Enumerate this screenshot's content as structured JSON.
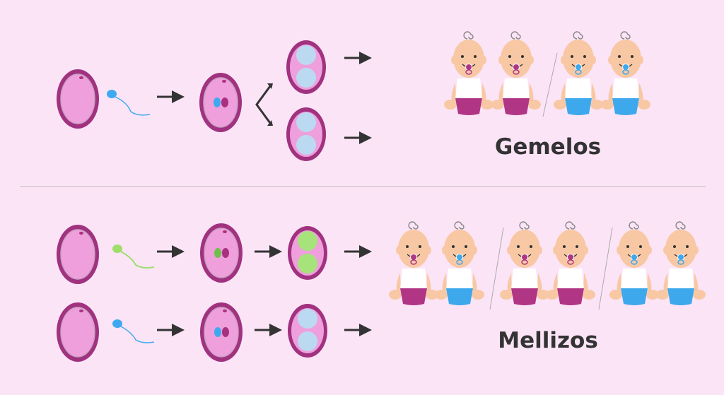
{
  "colors": {
    "background": "#fce4f7",
    "egg_ring": "#a0327f",
    "egg_fill": "#ef9fdc",
    "nucleus": "#a8307e",
    "sperm_blue": "#3fa9f0",
    "sperm_green": "#9ede6c",
    "cell_blue": "#bcd9f2",
    "cell_green": "#a6e37a",
    "diaper_pink": "#b03585",
    "diaper_blue": "#3ea8ec",
    "skin": "#f8c8a4"
  },
  "sections": {
    "identical": {
      "label": "Gemelos",
      "babies": [
        "pink",
        "pink",
        "blue",
        "blue"
      ]
    },
    "fraternal": {
      "label": "Mellizos",
      "babies": [
        "pink",
        "blue",
        "pink",
        "pink",
        "blue",
        "blue"
      ]
    }
  }
}
